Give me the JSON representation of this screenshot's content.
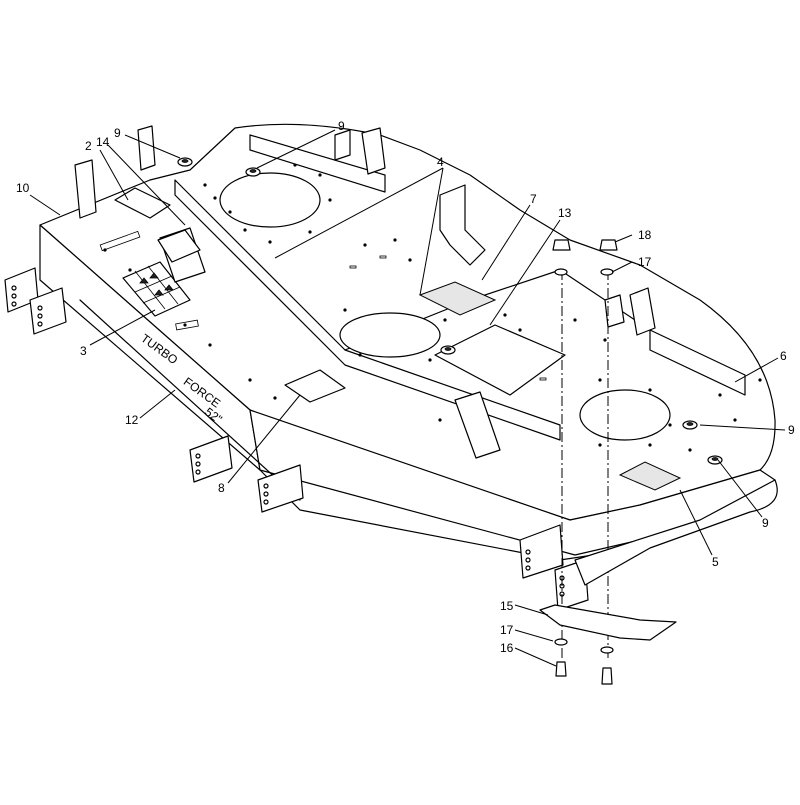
{
  "callouts": [
    {
      "id": "c1",
      "label": "9"
    },
    {
      "id": "c2",
      "label": "14"
    },
    {
      "id": "c3",
      "label": "2"
    },
    {
      "id": "c4",
      "label": "10"
    },
    {
      "id": "c5",
      "label": "9"
    },
    {
      "id": "c6",
      "label": "4"
    },
    {
      "id": "c7",
      "label": "7"
    },
    {
      "id": "c8",
      "label": "13"
    },
    {
      "id": "c9",
      "label": "18"
    },
    {
      "id": "c10",
      "label": "17"
    },
    {
      "id": "c11",
      "label": "3"
    },
    {
      "id": "c12",
      "label": "6"
    },
    {
      "id": "c13",
      "label": "12"
    },
    {
      "id": "c14",
      "label": "9"
    },
    {
      "id": "c15",
      "label": "8"
    },
    {
      "id": "c16",
      "label": "9"
    },
    {
      "id": "c17",
      "label": "5"
    },
    {
      "id": "c18",
      "label": "15"
    },
    {
      "id": "c19",
      "label": "17"
    },
    {
      "id": "c20",
      "label": "16"
    }
  ],
  "deck_lettering": {
    "line1": "TURBO",
    "line2": "FORCE",
    "line3": "52\""
  }
}
